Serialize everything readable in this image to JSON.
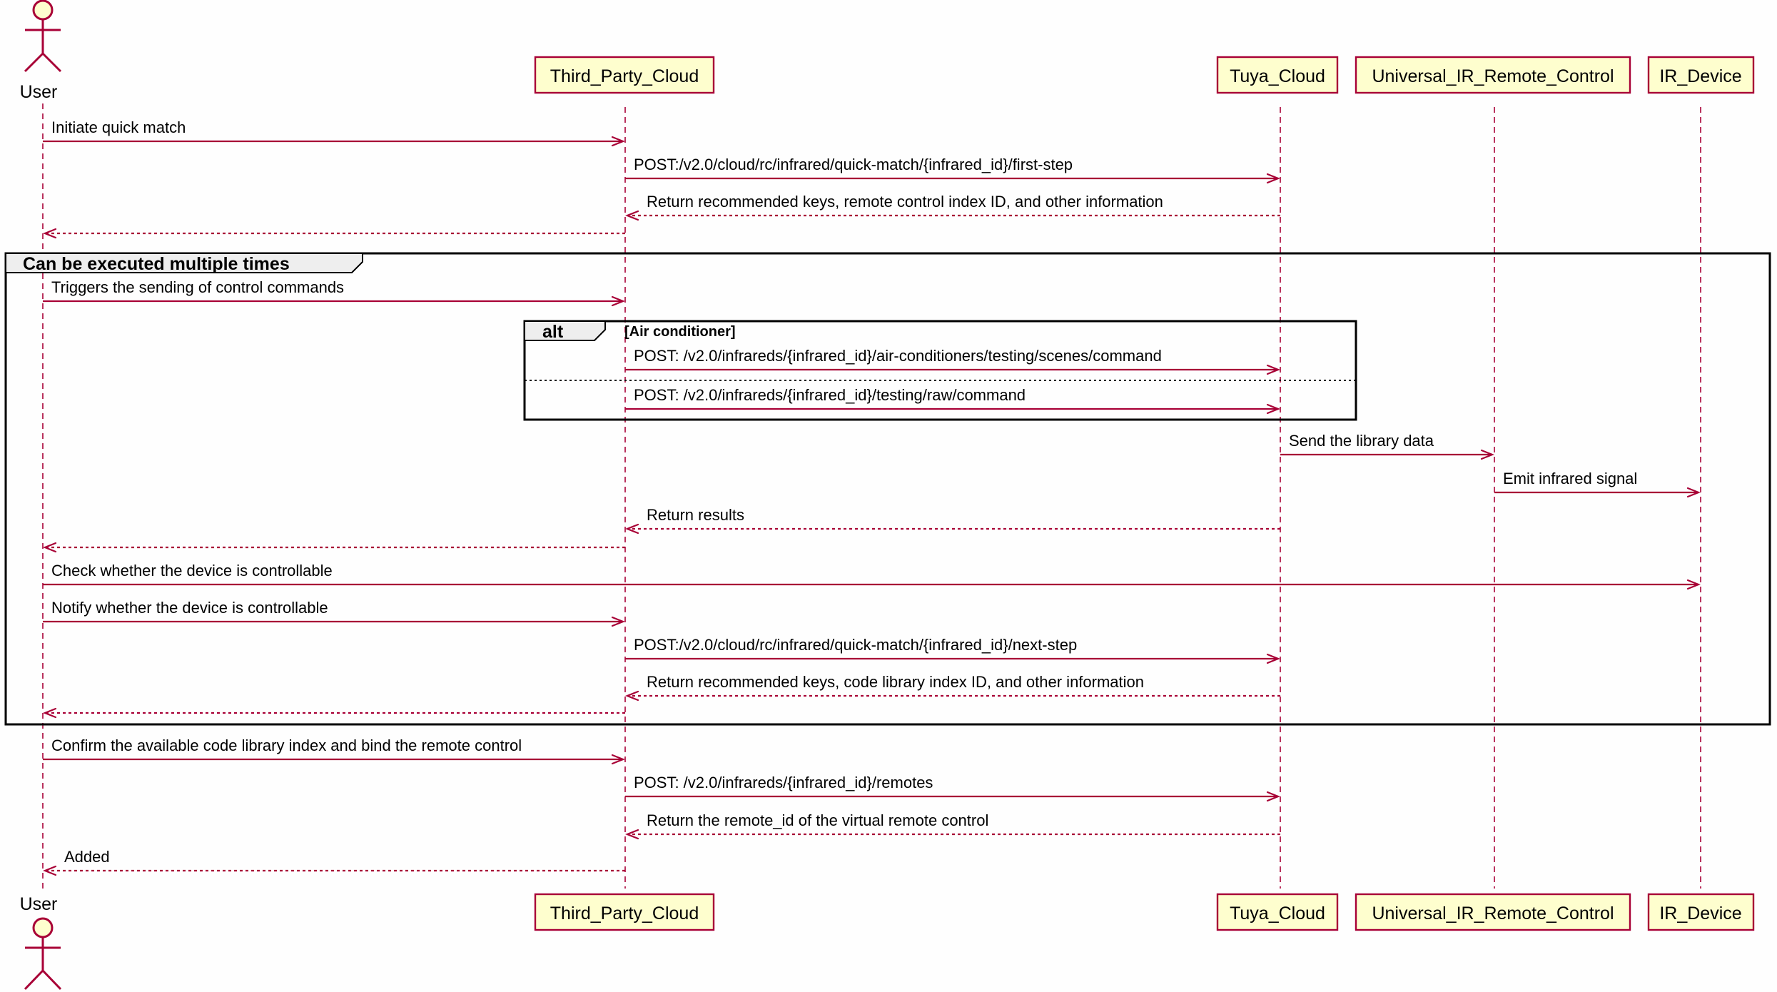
{
  "diagram": {
    "type": "sequence",
    "actor": {
      "name": "User",
      "icon": "actor-stick-figure-icon"
    },
    "participants": [
      {
        "name": "User"
      },
      {
        "name": "Third_Party_Cloud"
      },
      {
        "name": "Tuya_Cloud"
      },
      {
        "name": "Universal_IR_Remote_Control"
      },
      {
        "name": "IR_Device"
      }
    ],
    "groups": [
      {
        "kind": "loop",
        "title": "Can be executed multiple times"
      },
      {
        "kind": "alt",
        "title": "alt",
        "condition": "[Air conditioner]"
      }
    ],
    "messages": [
      {
        "from": 0,
        "to": 1,
        "text": "Initiate quick match",
        "style": "solid"
      },
      {
        "from": 1,
        "to": 2,
        "text": "POST:/v2.0/cloud/rc/infrared/quick-match/{infrared_id}/first-step",
        "style": "solid"
      },
      {
        "from": 2,
        "to": 1,
        "text": "Return recommended keys, remote control index ID, and other information",
        "style": "dashed"
      },
      {
        "from": 1,
        "to": 0,
        "text": "",
        "style": "dashed"
      },
      {
        "from": 0,
        "to": 1,
        "text": "Triggers the sending of control commands",
        "style": "solid"
      },
      {
        "from": 1,
        "to": 2,
        "text": "POST: /v2.0/infrareds/{infrared_id}/air-conditioners/testing/scenes/command",
        "style": "solid"
      },
      {
        "from": 1,
        "to": 2,
        "text": "POST: /v2.0/infrareds/{infrared_id}/testing/raw/command",
        "style": "solid"
      },
      {
        "from": 2,
        "to": 3,
        "text": "Send the library data",
        "style": "solid"
      },
      {
        "from": 3,
        "to": 4,
        "text": "Emit infrared signal",
        "style": "solid"
      },
      {
        "from": 2,
        "to": 1,
        "text": "Return results",
        "style": "dashed"
      },
      {
        "from": 1,
        "to": 0,
        "text": "",
        "style": "dashed"
      },
      {
        "from": 0,
        "to": 4,
        "text": "Check whether the device is controllable",
        "style": "solid"
      },
      {
        "from": 0,
        "to": 1,
        "text": "Notify whether the device is controllable",
        "style": "solid"
      },
      {
        "from": 1,
        "to": 2,
        "text": "POST:/v2.0/cloud/rc/infrared/quick-match/{infrared_id}/next-step",
        "style": "solid"
      },
      {
        "from": 2,
        "to": 1,
        "text": "Return recommended keys, code library index ID, and other information",
        "style": "dashed"
      },
      {
        "from": 1,
        "to": 0,
        "text": "",
        "style": "dashed"
      },
      {
        "from": 0,
        "to": 1,
        "text": "Confirm the available code library index and bind the remote control",
        "style": "solid"
      },
      {
        "from": 1,
        "to": 2,
        "text": "POST: /v2.0/infrareds/{infrared_id}/remotes",
        "style": "solid"
      },
      {
        "from": 2,
        "to": 1,
        "text": "Return the remote_id of the virtual remote control",
        "style": "dashed"
      },
      {
        "from": 1,
        "to": 0,
        "text": "Added",
        "style": "dashed"
      }
    ],
    "colors": {
      "line": "#a80036",
      "box_fill": "#fefece",
      "frame": "#000000"
    }
  }
}
